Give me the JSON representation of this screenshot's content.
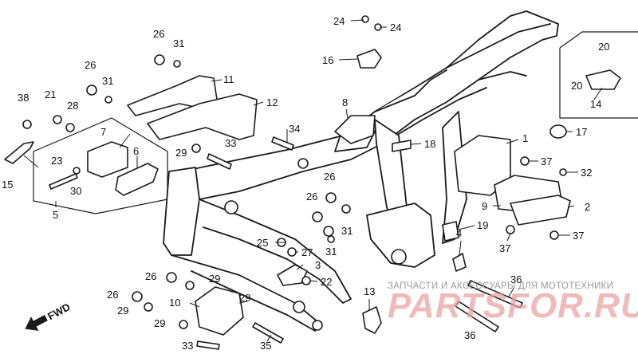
{
  "callouts": [
    {
      "id": "c1",
      "text": "1"
    },
    {
      "id": "c2",
      "text": "2"
    },
    {
      "id": "c3",
      "text": "3"
    },
    {
      "id": "c4",
      "text": "4"
    },
    {
      "id": "c5",
      "text": "5"
    },
    {
      "id": "c6",
      "text": "6"
    },
    {
      "id": "c7",
      "text": "7"
    },
    {
      "id": "c8",
      "text": "8"
    },
    {
      "id": "c9",
      "text": "9"
    },
    {
      "id": "c10",
      "text": "10"
    },
    {
      "id": "c11",
      "text": "11"
    },
    {
      "id": "c12",
      "text": "12"
    },
    {
      "id": "c13",
      "text": "13"
    },
    {
      "id": "c14",
      "text": "14"
    },
    {
      "id": "c15",
      "text": "15"
    },
    {
      "id": "c16",
      "text": "16"
    },
    {
      "id": "c17",
      "text": "17"
    },
    {
      "id": "c18",
      "text": "18"
    },
    {
      "id": "c19",
      "text": "19"
    },
    {
      "id": "c20a",
      "text": "20"
    },
    {
      "id": "c20b",
      "text": "20"
    },
    {
      "id": "c21",
      "text": "21"
    },
    {
      "id": "c22",
      "text": "22"
    },
    {
      "id": "c23",
      "text": "23"
    },
    {
      "id": "c24a",
      "text": "24"
    },
    {
      "id": "c24b",
      "text": "24"
    },
    {
      "id": "c25",
      "text": "25"
    },
    {
      "id": "c26a",
      "text": "26"
    },
    {
      "id": "c26b",
      "text": "26"
    },
    {
      "id": "c26c",
      "text": "26"
    },
    {
      "id": "c26d",
      "text": "26"
    },
    {
      "id": "c26e",
      "text": "26"
    },
    {
      "id": "c26f",
      "text": "26"
    },
    {
      "id": "c27",
      "text": "27"
    },
    {
      "id": "c28",
      "text": "28"
    },
    {
      "id": "c29a",
      "text": "29"
    },
    {
      "id": "c29b",
      "text": "29"
    },
    {
      "id": "c29c",
      "text": "29"
    },
    {
      "id": "c29d",
      "text": "29"
    },
    {
      "id": "c29e",
      "text": "29"
    },
    {
      "id": "c30",
      "text": "30"
    },
    {
      "id": "c31a",
      "text": "31"
    },
    {
      "id": "c31b",
      "text": "31"
    },
    {
      "id": "c31c",
      "text": "31"
    },
    {
      "id": "c31d",
      "text": "31"
    },
    {
      "id": "c32",
      "text": "32"
    },
    {
      "id": "c33a",
      "text": "33"
    },
    {
      "id": "c33b",
      "text": "33"
    },
    {
      "id": "c34",
      "text": "34"
    },
    {
      "id": "c35",
      "text": "35"
    },
    {
      "id": "c36a",
      "text": "36"
    },
    {
      "id": "c36b",
      "text": "36"
    },
    {
      "id": "c37a",
      "text": "37"
    },
    {
      "id": "c37b",
      "text": "37"
    },
    {
      "id": "c37c",
      "text": "37"
    },
    {
      "id": "c38",
      "text": "38"
    }
  ],
  "direction": {
    "label": "FWD"
  },
  "watermark": {
    "brand": "PARTSFOR.RU",
    "tagline": "ЗАПЧАСТИ И АКСЕССУАРЫ ДЛЯ МОТОТЕХНИКИ"
  }
}
